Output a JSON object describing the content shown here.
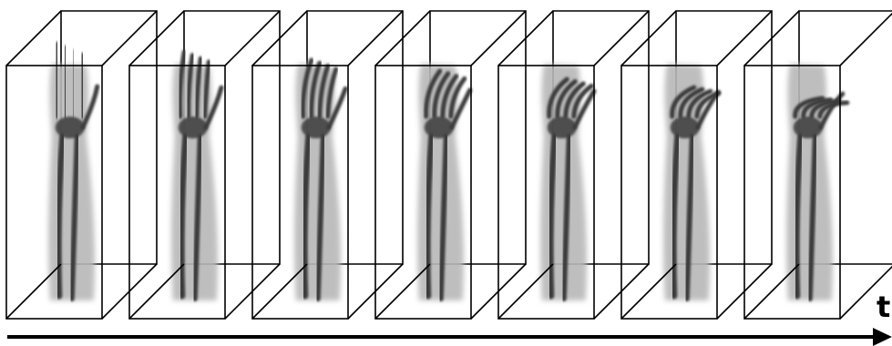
{
  "figure": {
    "axis_label": "t",
    "frame_count": 7,
    "frames": [
      {
        "index": 1,
        "hand_flexion": 0.0,
        "icon": "xray-forearm-hand-open-icon"
      },
      {
        "index": 2,
        "hand_flexion": 0.15,
        "icon": "xray-forearm-hand-icon"
      },
      {
        "index": 3,
        "hand_flexion": 0.3,
        "icon": "xray-forearm-hand-icon"
      },
      {
        "index": 4,
        "hand_flexion": 0.5,
        "icon": "xray-forearm-hand-icon"
      },
      {
        "index": 5,
        "hand_flexion": 0.65,
        "icon": "xray-forearm-hand-icon"
      },
      {
        "index": 6,
        "hand_flexion": 0.8,
        "icon": "xray-forearm-hand-icon"
      },
      {
        "index": 7,
        "hand_flexion": 1.0,
        "icon": "xray-forearm-hand-closed-icon"
      }
    ],
    "colors": {
      "line": "#000000",
      "background": "#ffffff",
      "tissue": "#b8b8b8",
      "bone": "#3a3a3a"
    }
  }
}
